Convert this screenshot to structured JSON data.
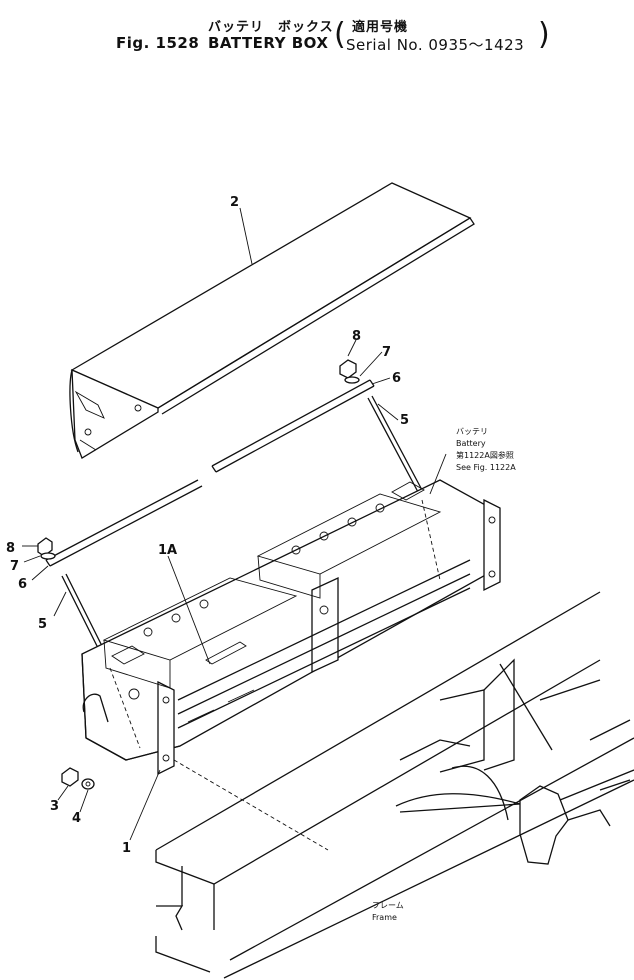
{
  "header": {
    "title_jp": "バッテリ　ボックス",
    "serial_jp": "適用号機",
    "fig_label": "Fig. 1528",
    "title_en": "BATTERY BOX",
    "serial_en": "Serial No. 0935～1423"
  },
  "callouts": {
    "c1": "1",
    "c1a": "1A",
    "c2": "2",
    "c3": "3",
    "c4": "4",
    "c5a": "5",
    "c5b": "5",
    "c6a": "6",
    "c6b": "6",
    "c7a": "7",
    "c7b": "7",
    "c8a": "8",
    "c8b": "8"
  },
  "notes": {
    "battery_jp": "バッテリ",
    "battery_en": "Battery",
    "battery_ref_jp": "第1122A図参照",
    "battery_ref_en": "See Fig. 1122A",
    "frame_jp": "フレーム",
    "frame_en": "Frame"
  }
}
